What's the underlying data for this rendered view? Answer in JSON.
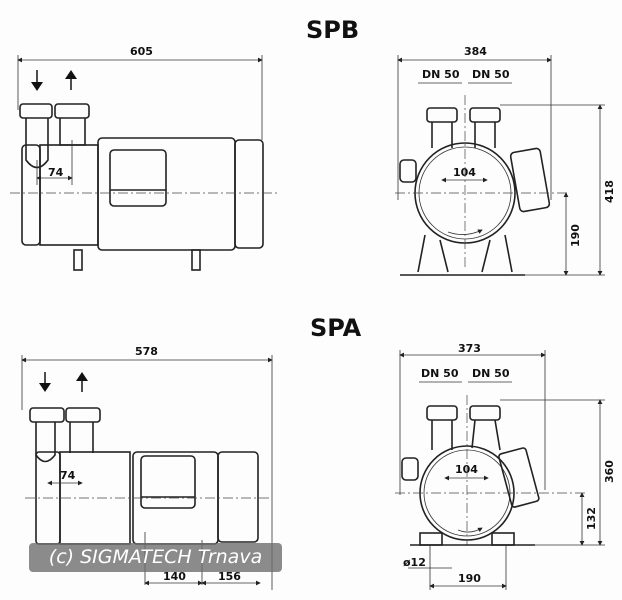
{
  "spb": {
    "title": "SPB",
    "side_view": {
      "overall_length": "605",
      "flange_spacing": "74"
    },
    "end_view": {
      "overall_width": "384",
      "inlet": "DN 50",
      "outlet": "DN 50",
      "port_spacing": "104",
      "overall_height": "418",
      "shaft_height": "190"
    }
  },
  "spa": {
    "title": "SPA",
    "side_view": {
      "overall_length": "578",
      "flange_spacing": "74",
      "foot_spacing_1": "140",
      "foot_spacing_2": "156"
    },
    "end_view": {
      "overall_width": "373",
      "inlet": "DN 50",
      "outlet": "DN 50",
      "port_spacing": "104",
      "overall_height": "360",
      "shaft_height": "132",
      "bolt_hole": "ø12",
      "foot_width": "190"
    }
  },
  "watermark": "(c) SIGMATECH Trnava"
}
